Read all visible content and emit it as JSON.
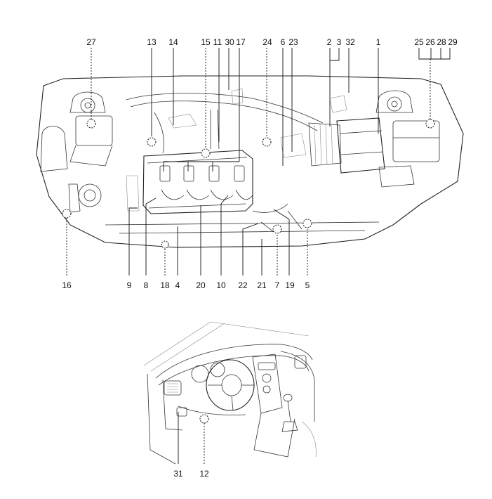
{
  "engine_labels": {
    "top": [
      "27",
      "13",
      "14",
      "15",
      "11",
      "30",
      "17",
      "24",
      "6",
      "23",
      "2",
      "3",
      "32",
      "1",
      "25",
      "26",
      "28",
      "29"
    ],
    "bottom": [
      "16",
      "9",
      "8",
      "18",
      "4",
      "20",
      "10",
      "22",
      "21",
      "7",
      "19",
      "5"
    ]
  },
  "cabin_labels": [
    "31",
    "12"
  ]
}
